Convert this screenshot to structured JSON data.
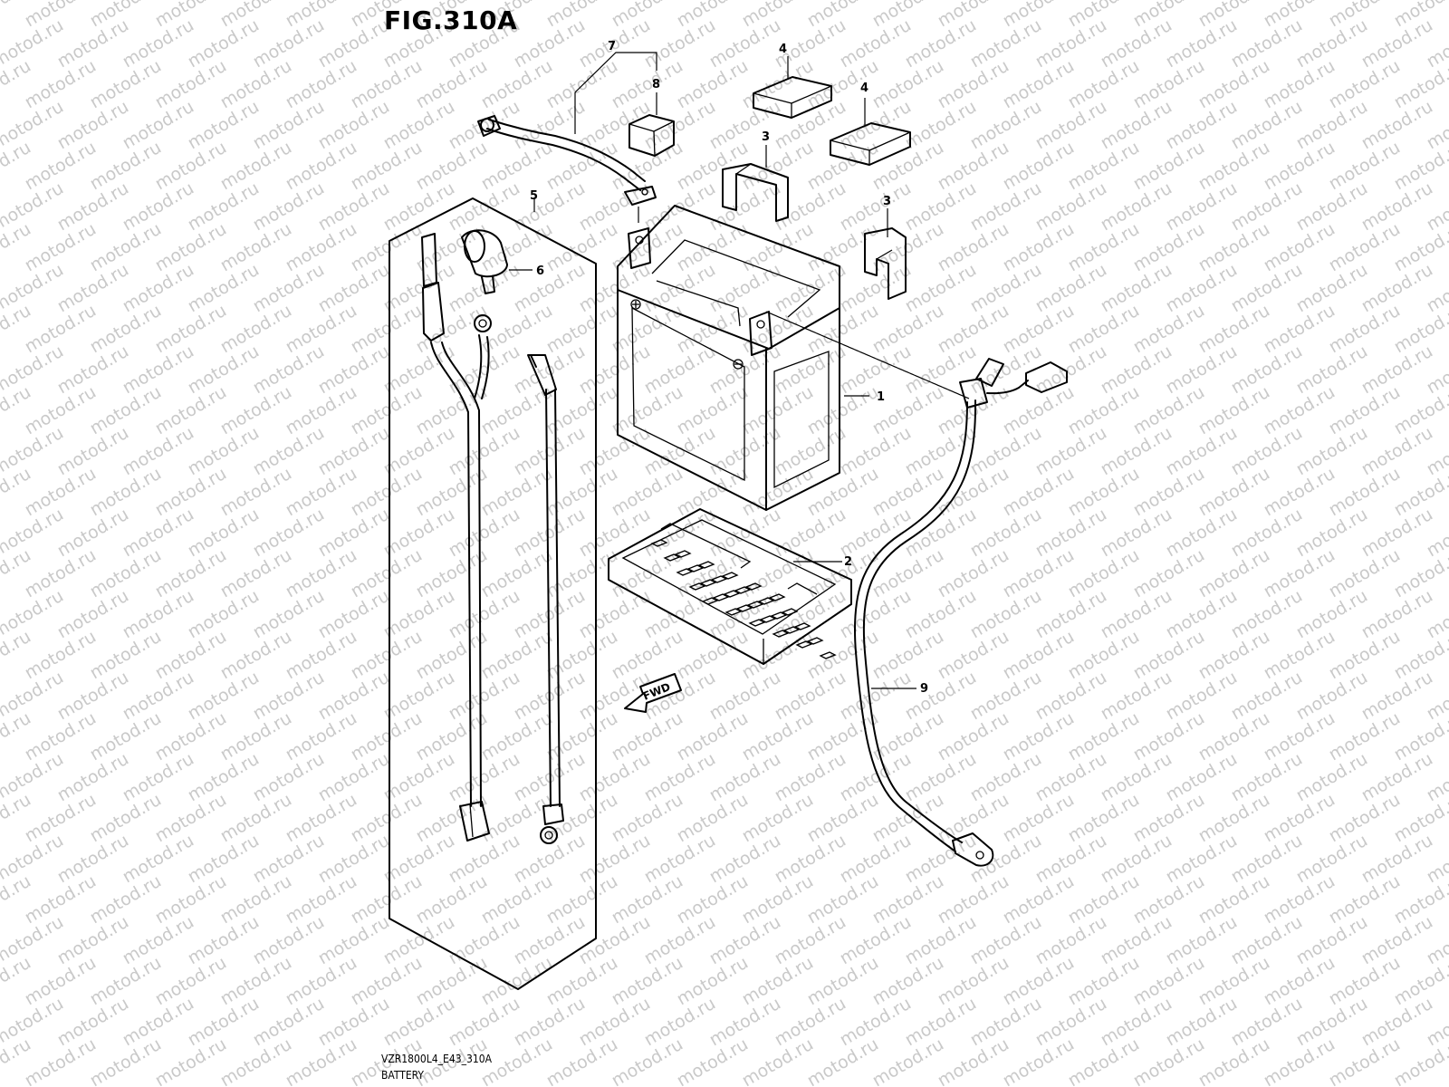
{
  "figure": {
    "title": "FIG.310A",
    "model_code": "VZR1800L4_E43_310A",
    "section_name": "BATTERY",
    "direction_label": "FWD"
  },
  "watermark": "motod.ru",
  "callouts": [
    {
      "ref": "1",
      "part": "battery"
    },
    {
      "ref": "2",
      "part": "battery-tray"
    },
    {
      "ref": "3",
      "part": "battery-pad"
    },
    {
      "ref": "3",
      "part": "battery-pad"
    },
    {
      "ref": "4",
      "part": "cushion"
    },
    {
      "ref": "4",
      "part": "cushion"
    },
    {
      "ref": "5",
      "part": "cable-set"
    },
    {
      "ref": "6",
      "part": "terminal-cap"
    },
    {
      "ref": "7",
      "part": "positive-lead-set"
    },
    {
      "ref": "8",
      "part": "terminal-cover"
    },
    {
      "ref": "9",
      "part": "negative-lead"
    }
  ]
}
